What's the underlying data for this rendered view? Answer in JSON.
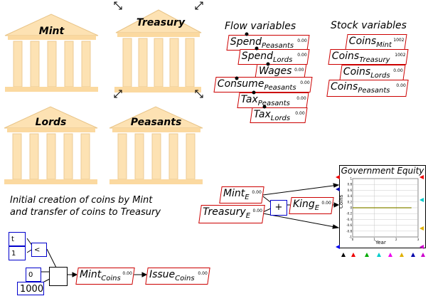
{
  "banks": [
    {
      "id": "mint",
      "label": "Mint"
    },
    {
      "id": "treasury",
      "label": "Treasury"
    },
    {
      "id": "lords",
      "label": "Lords"
    },
    {
      "id": "peasants",
      "label": "Peasants"
    }
  ],
  "flow_header": "Flow variables",
  "stock_header": "Stock variables",
  "flows": [
    {
      "name": "Spend",
      "sub": "Peasants",
      "value": "0.00"
    },
    {
      "name": "Spend",
      "sub": "Lords",
      "value": "0.00"
    },
    {
      "name": "Wages",
      "sub": "",
      "value": "0.00"
    },
    {
      "name": "Consume",
      "sub": "Peasants",
      "value": "0.00"
    },
    {
      "name": "Tax",
      "sub": "Peasants",
      "value": "0.00"
    },
    {
      "name": "Tax",
      "sub": "Lords",
      "value": "0.00"
    }
  ],
  "stocks": [
    {
      "name": "Coins",
      "sub": "Mint",
      "value": "1002"
    },
    {
      "name": "Coins",
      "sub": "Treasury",
      "value": "1002"
    },
    {
      "name": "Coins",
      "sub": "Lords",
      "value": "0.00"
    },
    {
      "name": "Coins",
      "sub": "Peasants",
      "value": "0.00"
    }
  ],
  "note_line1": "Initial creation of coins by Mint",
  "note_line2": "and transfer of coins to Treasury",
  "equity": {
    "mint": {
      "name": "Mint",
      "sub": "E",
      "value": "0.00"
    },
    "treasury": {
      "name": "Treasury",
      "sub": "E",
      "value": "0.00"
    },
    "king": {
      "name": "King",
      "sub": "E",
      "value": "0.00"
    },
    "plus": "+"
  },
  "creation": {
    "t": "t",
    "one": "1",
    "lt": "<",
    "zero": "0",
    "thousand": "1000",
    "mint_coins": {
      "name": "Mint",
      "sub": "Coins",
      "value": "0.00"
    },
    "issue_coins": {
      "name": "Issue",
      "sub": "Coins",
      "value": "0.00"
    }
  },
  "chart_data": {
    "type": "line",
    "title": "Government Equity",
    "xlabel": "Year",
    "ylabel": "Coins",
    "xlim": [
      0,
      3
    ],
    "ylim": [
      -1,
      1
    ],
    "x_ticks": [
      "0",
      "1",
      "2",
      "3"
    ],
    "y_ticks": [
      "1",
      "0.8",
      "0.6",
      "0.4",
      "0.2",
      "0",
      "-0.2",
      "-0.4",
      "-0.6",
      "-0.8",
      "-1"
    ],
    "grid": true,
    "series": [
      {
        "x": [
          0,
          2.7
        ],
        "values": [
          0,
          0
        ],
        "color": "#888800"
      }
    ]
  },
  "colors": {
    "accent_red": "#cc0000",
    "wire_blue": "#0000cc",
    "bank_fill": "#fde2b3"
  }
}
